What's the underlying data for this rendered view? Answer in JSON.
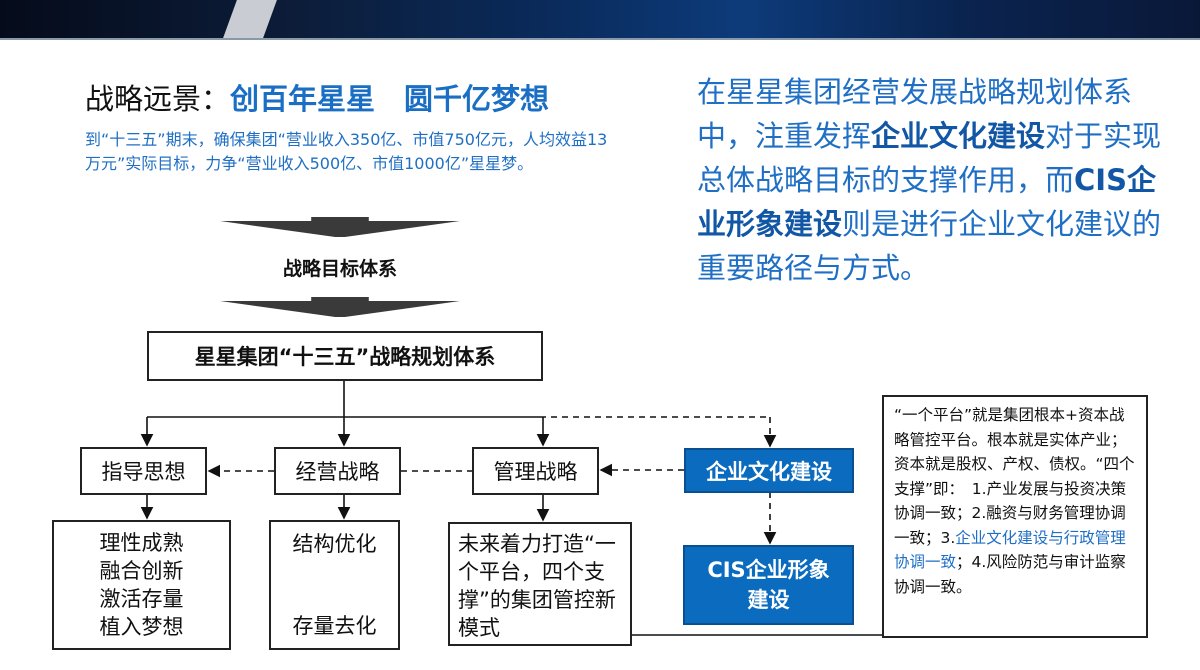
{
  "vision": {
    "label": "战略远景：",
    "slogan": "创百年星星　圆千亿梦想",
    "description": "到“十三五”期末，确保集团“营业收入350亿、市值750亿元，人均效益13万元”实际目标，力争“营业收入500亿、市值1000亿”星星梦。"
  },
  "statement": {
    "p1": "在星星集团经营发展战略规划体系中，注重发挥",
    "b1": "企业文化建设",
    "p2": "对于实现总体战略目标的支撑作用，而",
    "b2": "CIS企业形象建设",
    "p3": "则是进行企业文化建议的重要路径与方式。"
  },
  "diagram": {
    "target_label": "战略目标体系",
    "plan_box": "星星集团“十三五”战略规划体系",
    "branches": [
      "指导思想",
      "经营战略",
      "管理战略",
      "企业文化建设"
    ],
    "guiding": [
      "理性成熟",
      "融合创新",
      "激活存量",
      "植入梦想"
    ],
    "business": [
      "结构优化",
      "存量去化"
    ],
    "management": "未来着力打造“一个平台，四个支撑”的集团管控新模式",
    "cis": [
      "CIS企业形象",
      "建设"
    ]
  },
  "note": {
    "t1": "“一个平台”就是集团根本+资本战略管控平台。根本就是实体产业；资本就是股权、产权、债权。“四个支撑”即：　1.产业发展与投资决策协调一致；2.融资与财务管理协调一致；3.",
    "highlight": "企业文化建设与行政管理协调一致",
    "t2": "；4.风险防范与审计监察协调一致。"
  },
  "colors": {
    "accent": "#1f6fc5",
    "box_blue": "#0a6bbf"
  }
}
